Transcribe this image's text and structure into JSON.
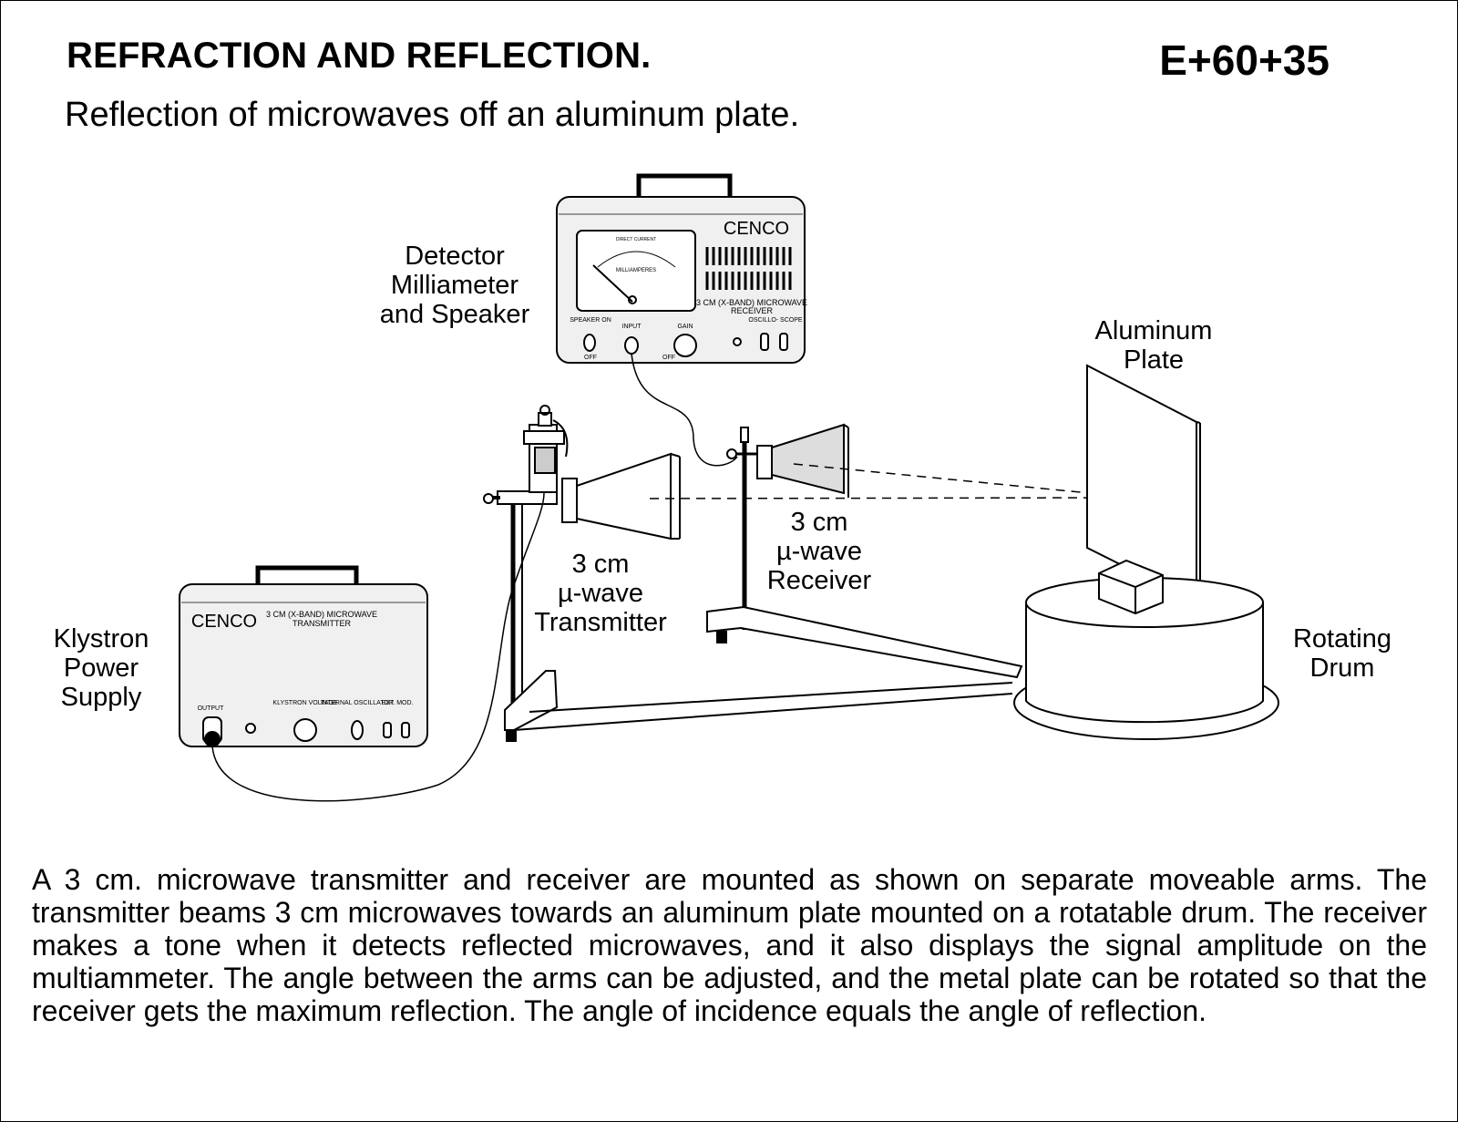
{
  "header": {
    "title": "REFRACTION AND REFLECTION.",
    "code": "E+60+35",
    "subtitle": "Reflection of microwaves off an aluminum plate."
  },
  "labels": {
    "detector": [
      "Detector",
      "Milliameter",
      "and Speaker"
    ],
    "aluminum": [
      "Aluminum",
      "Plate"
    ],
    "transmitter": [
      "3 cm",
      "µ-wave",
      "Transmitter"
    ],
    "receiver": [
      "3 cm",
      "µ-wave",
      "Receiver"
    ],
    "klystron": [
      "Klystron",
      "Power",
      "Supply"
    ],
    "drum": [
      "Rotating",
      "Drum"
    ]
  },
  "receiver_panel": {
    "brand": "CENCO",
    "model_line1": "3 CM (X-BAND) MICROWAVE",
    "model_line2": "RECEIVER",
    "meter_top": "DIRECT CURRENT",
    "meter_unit": "MILLIAMPERES",
    "speaker_on": "SPEAKER ON",
    "speaker_off": "OFF",
    "input": "INPUT",
    "gain": "GAIN",
    "gain_off": "OFF",
    "scope": "OSCILLO- SCOPE"
  },
  "transmitter_panel": {
    "brand": "CENCO",
    "model_line1": "3 CM (X-BAND) MICROWAVE",
    "model_line2": "TRANSMITTER",
    "output": "OUTPUT",
    "klystron_voltage": "KLYSTRON VOLTAGE",
    "internal_oscillator": "INTERNAL OSCILLATOR",
    "ext_mod": "EXT. MOD."
  },
  "description": "A 3 cm. microwave transmitter and receiver are mounted as shown on separate moveable arms. The transmitter beams 3 cm microwaves towards an aluminum plate mounted on a rotatable drum.  The receiver makes a tone when it detects reflected microwaves, and it also displays the signal amplitude on the multiammeter. The angle between the arms can be adjusted, and the metal plate can be rotated so that the receiver gets the maximum reflection. The angle of incidence equals the angle of reflection."
}
